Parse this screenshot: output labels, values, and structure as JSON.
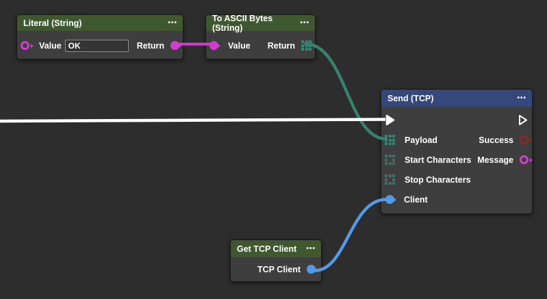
{
  "icons": {
    "menu_dots": "•••"
  },
  "colors": {
    "canvas_bg": "#2d2d2d",
    "node_body": "#3e3e3e",
    "header_green": "#40582f",
    "header_blue": "#35487c",
    "string_magenta": "#d03ed0",
    "bytes_teal": "#2f8a74",
    "client_blue": "#539ae8",
    "bool_darkred": "#8b2a22",
    "flow_white": "#ffffff"
  },
  "nodes": {
    "literal_string": {
      "title": "Literal (String)",
      "value_label": "Value",
      "value_text": "OK",
      "return_label": "Return"
    },
    "to_ascii_bytes": {
      "title": "To ASCII Bytes (String)",
      "value_label": "Value",
      "return_label": "Return"
    },
    "send_tcp": {
      "title": "Send (TCP)",
      "payload_label": "Payload",
      "start_chars_label": "Start Characters",
      "stop_chars_label": "Stop Characters",
      "client_label": "Client",
      "success_label": "Success",
      "message_label": "Message"
    },
    "get_tcp_client": {
      "title": "Get TCP Client",
      "tcp_client_label": "TCP Client"
    }
  },
  "wires": [
    {
      "from": "Literal (String).Return",
      "to": "To ASCII Bytes (String).Value",
      "color": "#d03ed0"
    },
    {
      "from": "To ASCII Bytes (String).Return",
      "to": "Send (TCP).Payload",
      "color": "#37826f"
    },
    {
      "from": "offscreen-left.flow",
      "to": "Send (TCP).flow-in",
      "color": "#ffffff"
    },
    {
      "from": "Get TCP Client.TCP Client",
      "to": "Send (TCP).Client",
      "color": "#539ae8"
    }
  ]
}
